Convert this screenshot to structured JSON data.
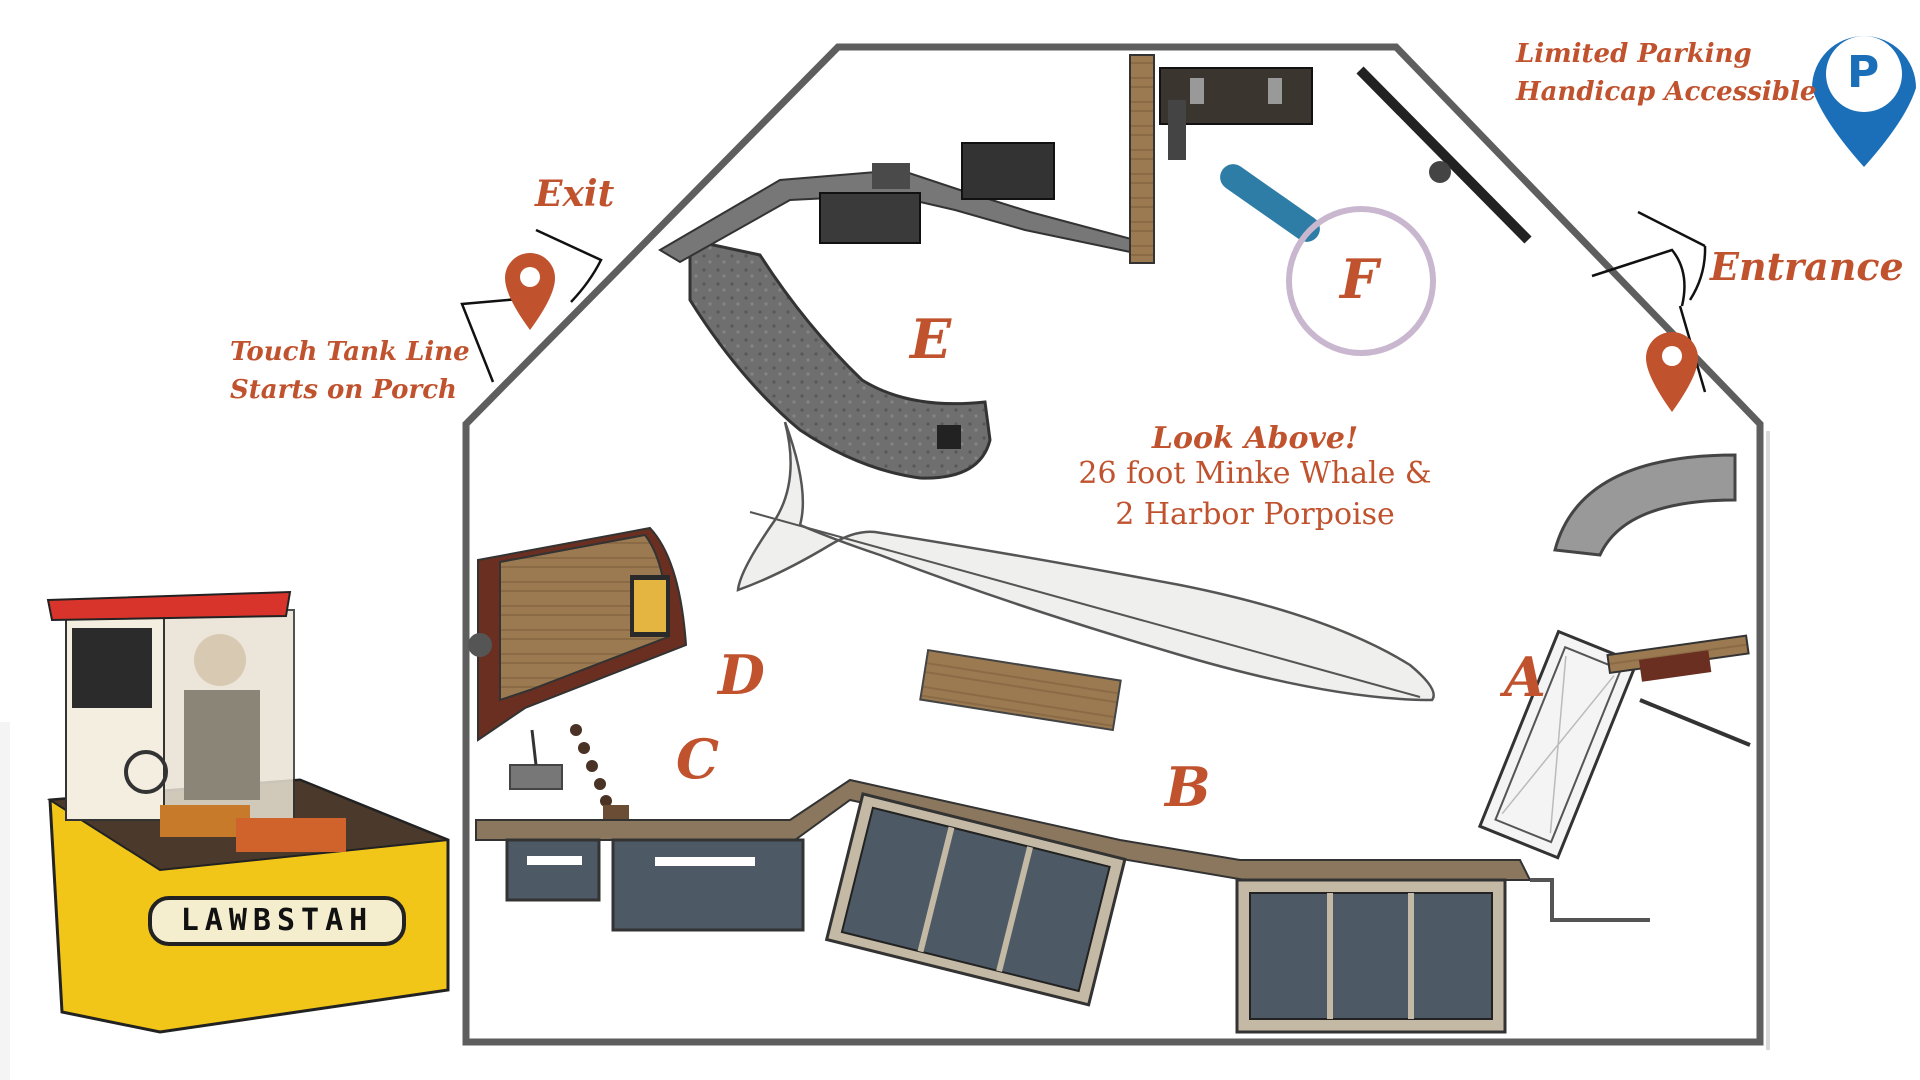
{
  "labels": {
    "exit": "Exit",
    "entrance": "Entrance",
    "parking_line1": "Limited Parking",
    "parking_line2": "Handicap Accessible",
    "touch_tank_line1": "Touch Tank  Line",
    "touch_tank_line2": "Starts on  Porch",
    "look_above": "Look Above!",
    "whale_line1": "26 foot Minke Whale &",
    "whale_line2": "2 Harbor Porpoise",
    "boat_name": "LAWBSTAH"
  },
  "zones": [
    "A",
    "B",
    "C",
    "D",
    "E",
    "F"
  ],
  "icons": {
    "parking_glyph": "P",
    "parking_pin": "parking-pin-icon",
    "location_pin": "location-pin-icon"
  },
  "colors": {
    "label": "#c0522e",
    "pin": "#c0522e",
    "parking": "#1b6fb8",
    "walls": "#555555",
    "tank": "#4d5a66",
    "wood": "#8a6e4b",
    "zone_f_ring": "#c9b7cf",
    "boat_hull": "#f2c619",
    "boat_roof": "#d9342b"
  }
}
